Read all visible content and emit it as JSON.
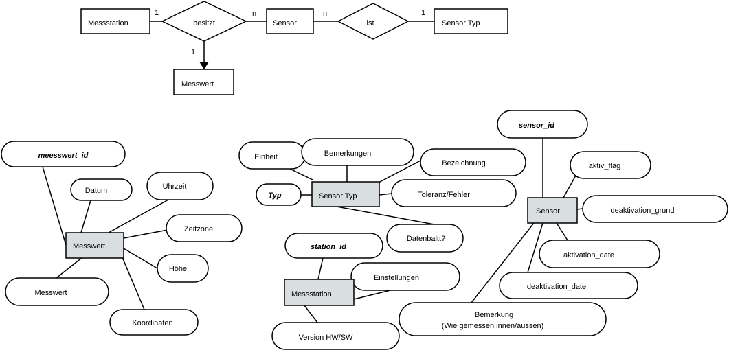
{
  "er": {
    "messstation": "Messstation",
    "besitzt": "besitzt",
    "sensor": "Sensor",
    "ist": "ist",
    "sensor_typ": "Sensor Typ",
    "messwert": "Messwert",
    "card_messstation_besitzt": "1",
    "card_besitzt_sensor": "n",
    "card_sensor_ist": "n",
    "card_ist_sensortyp": "1",
    "card_besitzt_messwert": "1"
  },
  "messwert_group": {
    "entity": "Messwert",
    "id": "meesswert_id",
    "datum": "Datum",
    "uhrzeit": "Uhrzeit",
    "zeitzone": "Zeitzone",
    "hoehe": "Höhe",
    "koordinaten": "Koordinaten",
    "messwert": "Messwert"
  },
  "sensortyp_group": {
    "entity": "Sensor Typ",
    "typ": "Typ",
    "einheit": "Einheit",
    "bemerkungen": "Bemerkungen",
    "bezeichnung": "Bezeichnung",
    "toleranz": "Toleranz/Fehler",
    "datenblatt": "Datenbaltt?"
  },
  "messstation_group": {
    "entity": "Messstation",
    "id": "station_id",
    "einstellungen": "Einstellungen",
    "version": "Version HW/SW"
  },
  "sensor_group": {
    "entity": "Sensor",
    "id": "sensor_id",
    "aktiv_flag": "aktiv_flag",
    "deaktivation_grund": "deaktivation_grund",
    "aktivation_date": "aktivation_date",
    "deaktivation_date": "deaktivation_date",
    "bemerkung_line1": "Bemerkung",
    "bemerkung_line2": "(Wie gemessen innen/aussen)"
  }
}
